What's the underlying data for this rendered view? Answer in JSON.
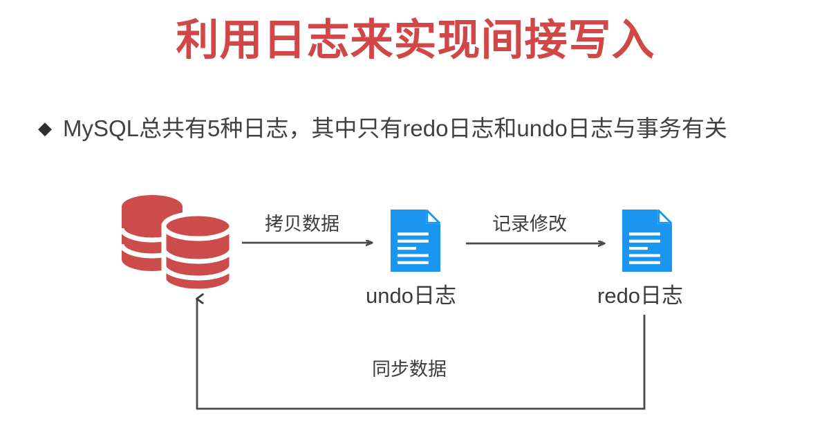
{
  "slide": {
    "title": "利用日志来实现间接写入",
    "title_color": "#d14646",
    "background_color": "#ffffff",
    "bullet": {
      "marker": "◆",
      "text": "MySQL总共有5种日志，其中只有redo日志和undo日志与事务有关",
      "text_color": "#414141"
    }
  },
  "diagram": {
    "type": "flow",
    "nodes": [
      {
        "id": "database",
        "icon": "database-stack-icon",
        "color": "#cc4b4b",
        "label": ""
      },
      {
        "id": "undo-log",
        "icon": "document-icon",
        "color": "#1a96ee",
        "label": "undo日志"
      },
      {
        "id": "redo-log",
        "icon": "document-icon",
        "color": "#1a96ee",
        "label": "redo日志"
      }
    ],
    "edges": [
      {
        "id": "copy-data",
        "from": "database",
        "to": "undo-log",
        "label": "拷贝数据",
        "color": "#4a4a4a"
      },
      {
        "id": "record-edit",
        "from": "undo-log",
        "to": "redo-log",
        "label": "记录修改",
        "color": "#4a4a4a"
      },
      {
        "id": "sync-data",
        "from": "redo-log",
        "to": "database",
        "label": "同步数据",
        "color": "#4a4a4a"
      }
    ],
    "labels": {
      "copy_data": "拷贝数据",
      "record_edit": "记录修改",
      "sync_data": "同步数据",
      "undo_caption": "undo日志",
      "redo_caption": "redo日志"
    }
  }
}
